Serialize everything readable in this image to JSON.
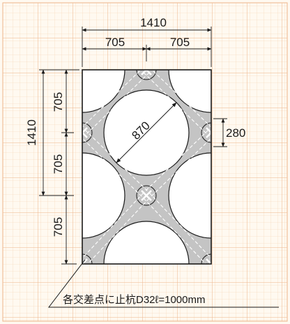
{
  "colors": {
    "paper": "#fff9f0",
    "grid_minor": "#f6d2b0",
    "grid_major": "#eeb58a",
    "concrete": "#c4c4c4",
    "ink": "#1a1a1a"
  },
  "dimensions": {
    "total_width": "1410",
    "half_width_left": "705",
    "half_width_right": "705",
    "total_height": "1410",
    "height_upper": "705",
    "height_lower": "705",
    "height_bottom": "705",
    "opening_diameter": "870",
    "node_offset": "280"
  },
  "note": {
    "text": "各交差点に止杭D32ℓ=1000mm"
  }
}
